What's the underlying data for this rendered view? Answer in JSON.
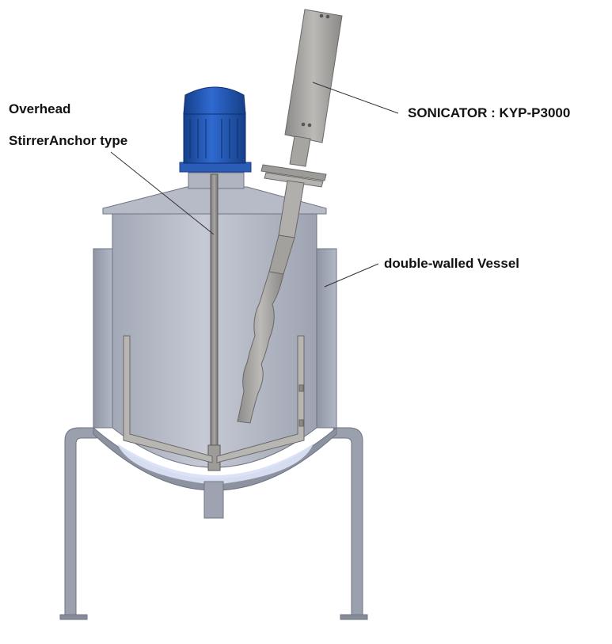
{
  "labels": {
    "overhead": "Overhead",
    "stirrer": "StirrerAnchor type",
    "sonicator": "SONICATOR : KYP-P3000",
    "vessel": "double-walled Vessel"
  },
  "colors": {
    "vessel_body": "#a9adba",
    "vessel_shadow": "#8d92a1",
    "vessel_inner": "#c3c7d3",
    "jacket": "#9fa4b3",
    "motor_blue": "#1f55b5",
    "motor_dark": "#153f8a",
    "shaft": "#8e8c8a",
    "sonicator_body": "#a4a3a1",
    "bottom_highlight": "#dbe2f5",
    "legs": "#9aa0ad",
    "leader_line": "#333333"
  },
  "icons": {
    "motor": "electric-motor-icon",
    "probe": "ultrasonic-probe-icon"
  }
}
